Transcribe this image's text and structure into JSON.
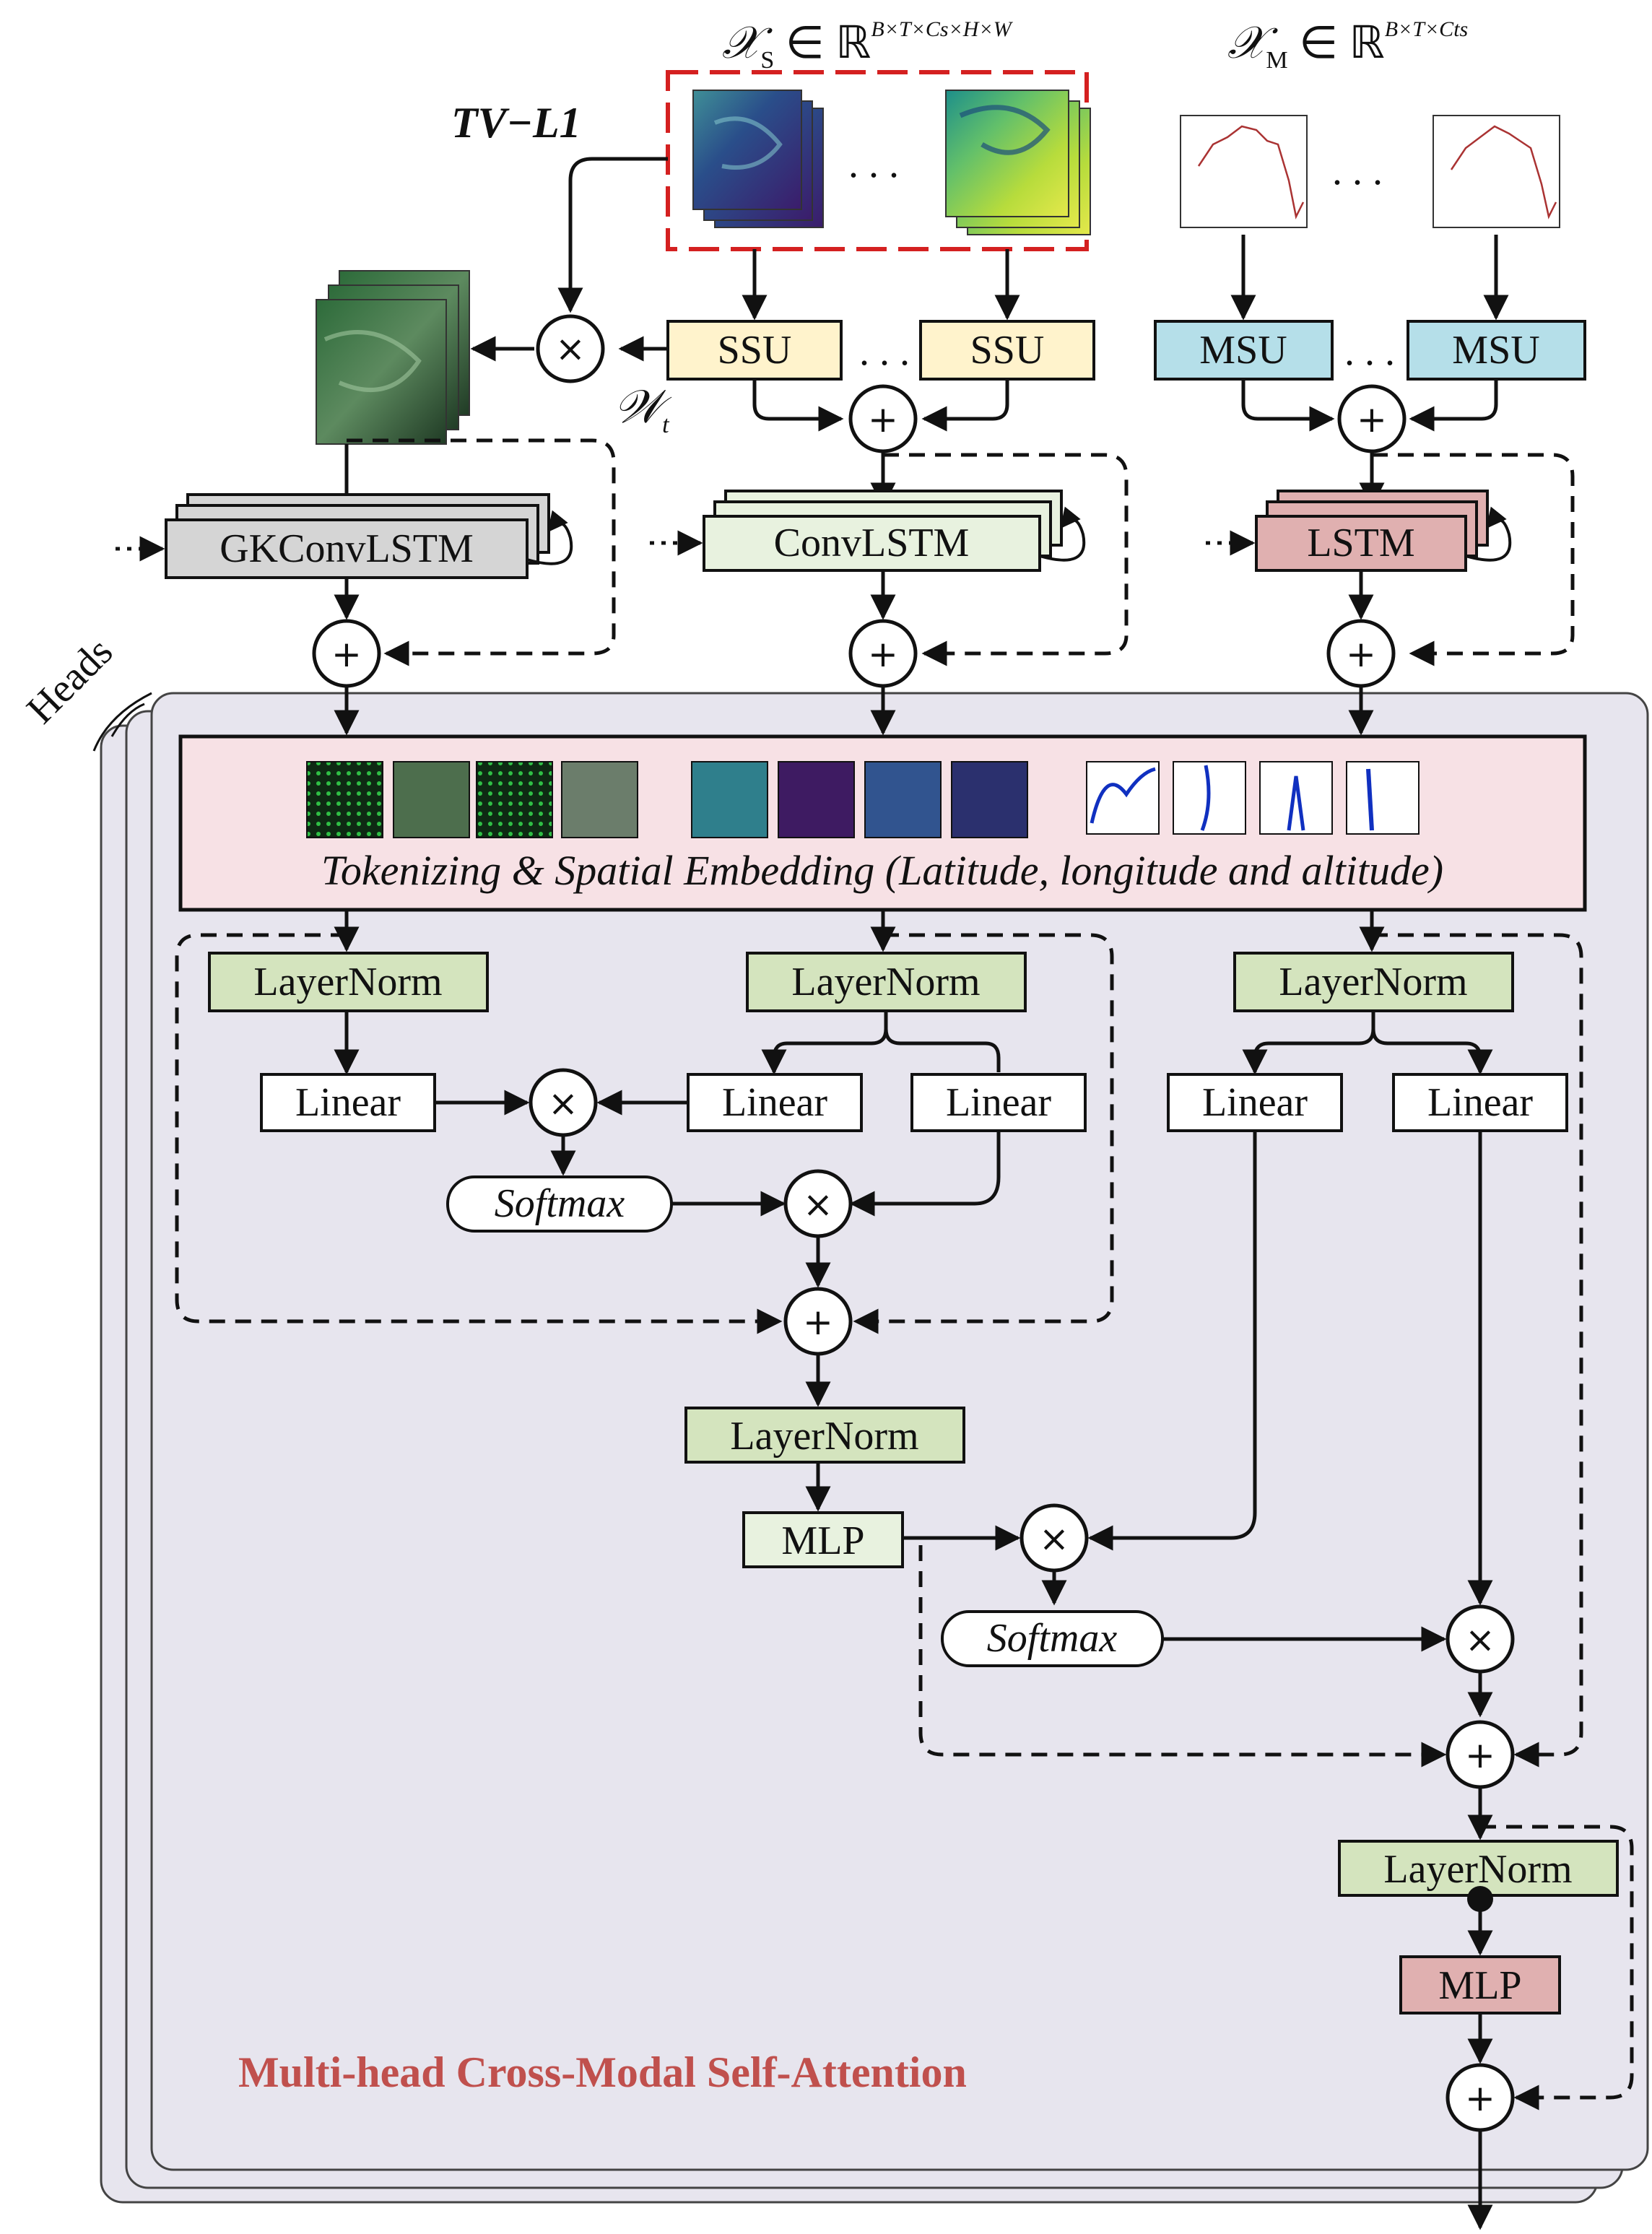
{
  "inputs": {
    "satellite_formula": {
      "var": "𝒳",
      "sub": "S",
      "rel": " ∈ ℝ",
      "sup": "B×T×Cs×H×W"
    },
    "meteo_formula": {
      "var": "𝒳",
      "sub": "M",
      "rel": " ∈ ℝ",
      "sup": "B×T×Cts"
    },
    "ellipsis": ". . ."
  },
  "optical_flow_label": "TV−L1",
  "weight_label": {
    "var": "𝒲",
    "sub": "t"
  },
  "units": {
    "ssu": "SSU",
    "msu": "MSU"
  },
  "recurrent": {
    "gk": "GKConvLSTM",
    "conv": "ConvLSTM",
    "lstm": "LSTM"
  },
  "heads_label": "Heads",
  "embedding_label": "Tokenizing & Spatial Embedding (Latitude, longitude and altitude)",
  "layers": {
    "layernorm": "LayerNorm",
    "linear": "Linear",
    "softmax": "Softmax",
    "mlp": "MLP"
  },
  "operators": {
    "multiply": "×",
    "add": "+"
  },
  "block_title": "Multi-head Cross-Modal Self-Attention",
  "colors": {
    "ssu_fill": "#fff3cc",
    "msu_fill": "#b5dfe9",
    "gk_fill": "#d5d5d5",
    "conv_fill": "#e8f2df",
    "lstm_fill": "#e0b0b0",
    "embed_fill": "#f7e1e5",
    "layernorm_fill": "#d4e4be",
    "mlp_red_fill": "#e0b0b0",
    "panel_fill": "#e7e5ee",
    "title_color": "#c0504d",
    "dashed_box": "#d42020"
  }
}
